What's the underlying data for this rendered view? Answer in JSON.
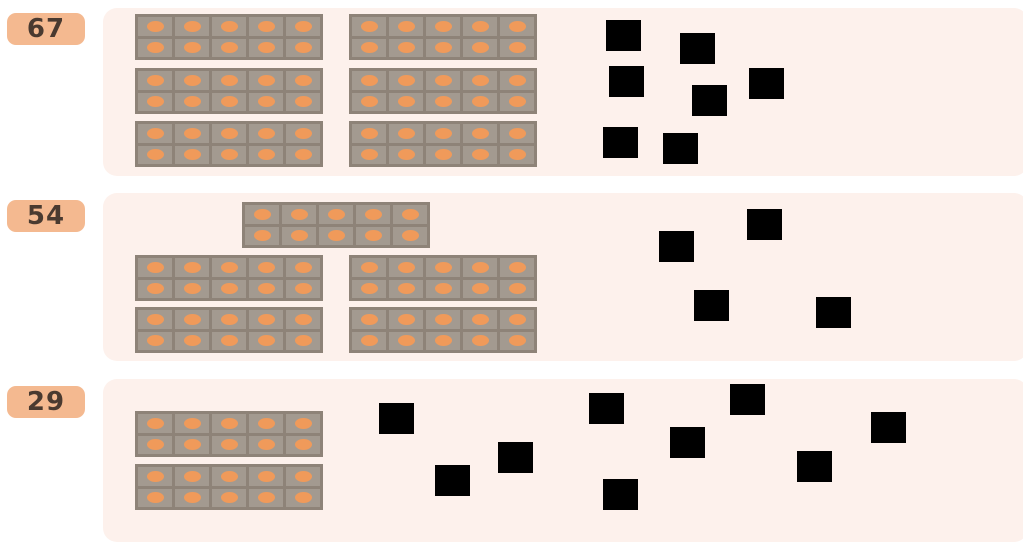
{
  "rows": [
    {
      "label": "67",
      "tens_sticks": 6,
      "ones_units": 7
    },
    {
      "label": "54",
      "tens_sticks": 5,
      "ones_units": 4
    },
    {
      "label": "29",
      "tens_sticks": 2,
      "ones_units": 9
    }
  ],
  "colors": {
    "badge": "#f4b990",
    "panel": "#fdf1ec",
    "tile_frame": "#8e8378",
    "tile_cell": "#a39a90",
    "dot": "#f09a5a",
    "unit_square": "#000000"
  }
}
